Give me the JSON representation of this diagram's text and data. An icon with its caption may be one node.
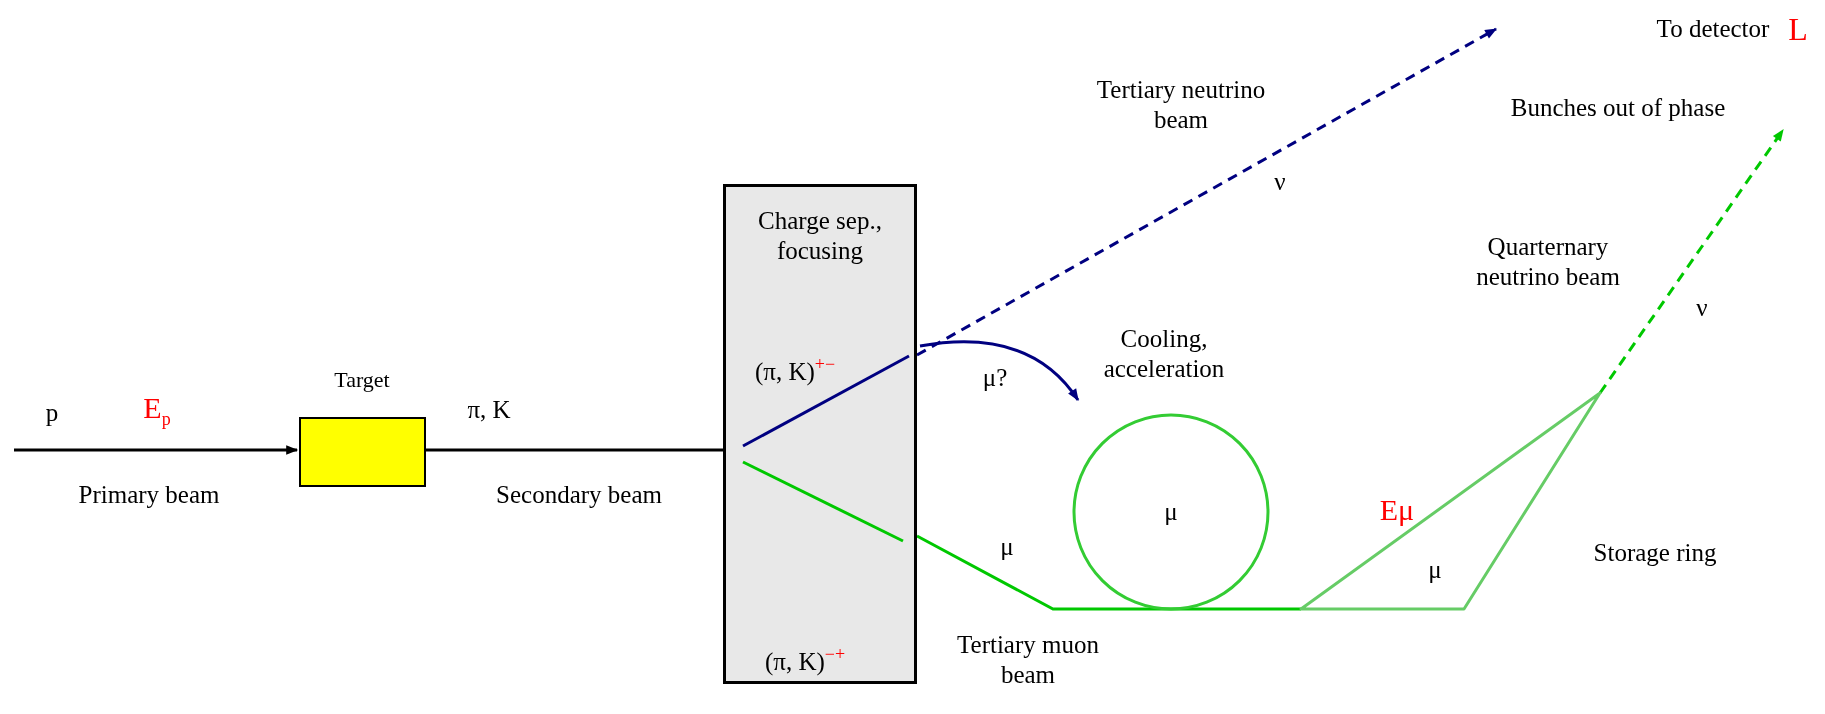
{
  "diagram": {
    "nodes": [
      {
        "text": [
          "Target"
        ]
      },
      {
        "text": [
          "Charge sep., focusing",
          "(π, K)$^{+−}$",
          "(π, K)$^{−+}$"
        ]
      },
      {
        "text": [
          "Cooling, acceleration",
          "μ"
        ]
      },
      {
        "text": [
          "μ"
        ],
        "beside": [
          "Storage ring"
        ]
      }
    ],
    "edges": [
      {
        "from": null,
        "to": 0,
        "arrow": "to",
        "color": "#000000"
      },
      {
        "from": 0,
        "to": 1,
        "arrow": "none",
        "color": "#000000"
      },
      {
        "from": 1,
        "to": null,
        "arrow": "to",
        "style": "dashed",
        "color": "#000080"
      },
      {
        "from": 1,
        "to": 2,
        "arrow": "to",
        "color": "#000080"
      },
      {
        "from": 1,
        "to": 2,
        "arrow": "none",
        "color": "#00c800"
      },
      {
        "from": 2,
        "to": 3,
        "arrow": "none",
        "color": "#00c800"
      },
      {
        "from": 3,
        "to": null,
        "arrow": "to",
        "style": "dashed",
        "color": "#00c800"
      }
    ],
    "labels": [
      "To detector",
      "L",
      "Bunches out of phase",
      "Tertiary neutrino beam",
      "ν",
      "Quarternary neutrino beam",
      "ν",
      "μ?",
      "p",
      "E$_{p}$",
      "π, K",
      "Primary beam",
      "Secondary beam",
      "Eμ",
      "μ",
      "Tertiary muon beam"
    ]
  }
}
